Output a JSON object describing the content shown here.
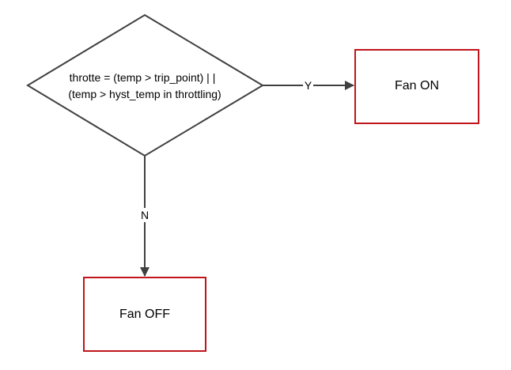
{
  "decision": {
    "line1": "throtte = (temp > trip_point)  | |",
    "line2": "(temp > hyst_temp in throttling)"
  },
  "edges": {
    "yes_label": "Y",
    "no_label": "N"
  },
  "nodes": {
    "fan_on": "Fan ON",
    "fan_off": "Fan OFF"
  },
  "colors": {
    "line": "#404040",
    "box_border": "#c0151b",
    "background": "#ffffff"
  }
}
